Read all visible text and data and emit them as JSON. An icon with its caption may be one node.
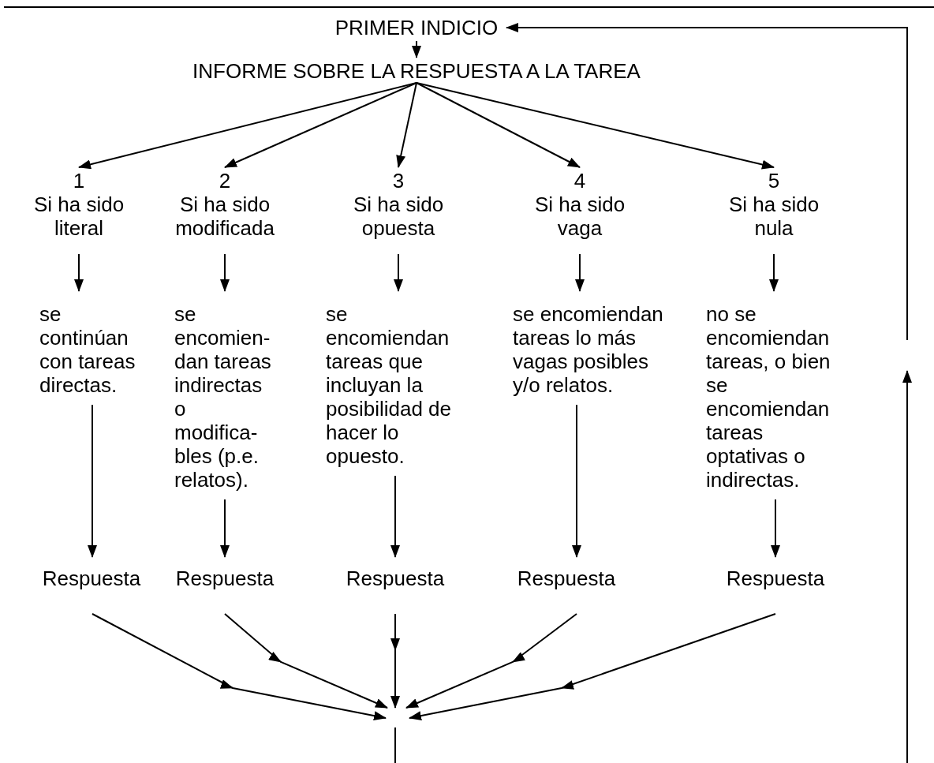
{
  "diagram": {
    "nodes": [
      {
        "text": [
          "PRIMER INDICIO"
        ]
      },
      {
        "text": [
          "INFORME SOBRE LA RESPUESTA A LA TAREA"
        ]
      },
      {
        "text": [
          "1",
          "Si ha sido literal"
        ]
      },
      {
        "text": [
          "2",
          "Si ha sido modificada"
        ]
      },
      {
        "text": [
          "3",
          "Si ha sido opuesta"
        ]
      },
      {
        "text": [
          "4",
          "Si ha sido vaga"
        ]
      },
      {
        "text": [
          "5",
          "Si ha sido nula"
        ]
      },
      {
        "text": [
          "se continúan con tareas directas."
        ]
      },
      {
        "text": [
          "se encomien-dan tareas indirectas o modifica-bles (p.e. relatos)."
        ]
      },
      {
        "text": [
          "se encomiendan tareas que incluyan la posibilidad de hacer lo opuesto."
        ]
      },
      {
        "text": [
          "se encomiendan tareas lo más vagas posibles y/o relatos."
        ]
      },
      {
        "text": [
          "no se encomiendan tareas, o bien se encomiendan tareas optativas o indirectas."
        ]
      },
      {
        "text": [
          "Respuesta"
        ]
      },
      {
        "text": [
          "Respuesta"
        ]
      },
      {
        "text": [
          "Respuesta"
        ]
      },
      {
        "text": [
          "Respuesta"
        ]
      },
      {
        "text": [
          "Respuesta"
        ]
      }
    ],
    "edges": [
      {
        "from": 0,
        "to": 1,
        "arrow": "to"
      },
      {
        "from": 1,
        "to": 2,
        "arrow": "to"
      },
      {
        "from": 1,
        "to": 3,
        "arrow": "to"
      },
      {
        "from": 1,
        "to": 4,
        "arrow": "to"
      },
      {
        "from": 1,
        "to": 5,
        "arrow": "to"
      },
      {
        "from": 1,
        "to": 6,
        "arrow": "to"
      },
      {
        "from": 2,
        "to": 7,
        "arrow": "to"
      },
      {
        "from": 3,
        "to": 8,
        "arrow": "to"
      },
      {
        "from": 4,
        "to": 9,
        "arrow": "to"
      },
      {
        "from": 5,
        "to": 10,
        "arrow": "to"
      },
      {
        "from": 6,
        "to": 11,
        "arrow": "to"
      },
      {
        "from": 7,
        "to": 12,
        "arrow": "to"
      },
      {
        "from": 8,
        "to": 13,
        "arrow": "to"
      },
      {
        "from": 9,
        "to": 14,
        "arrow": "to"
      },
      {
        "from": 10,
        "to": 15,
        "arrow": "to"
      },
      {
        "from": 11,
        "to": 16,
        "arrow": "to"
      },
      {
        "from": 12,
        "to": null,
        "arrow": "to"
      },
      {
        "from": 13,
        "to": null,
        "arrow": "to"
      },
      {
        "from": 14,
        "to": null,
        "arrow": "to"
      },
      {
        "from": 15,
        "to": null,
        "arrow": "to"
      },
      {
        "from": 16,
        "to": null,
        "arrow": "to"
      },
      {
        "from": null,
        "to": 0,
        "arrow": "to"
      }
    ]
  }
}
